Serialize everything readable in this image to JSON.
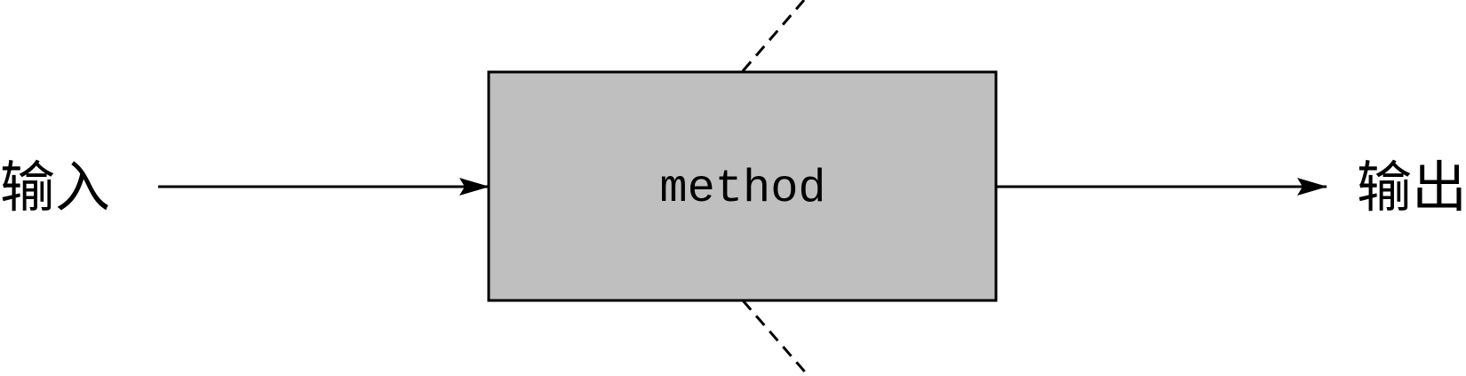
{
  "diagram": {
    "input_label": "输入",
    "output_label": "输出",
    "method_label": "method"
  },
  "colors": {
    "box_fill": "#bfbfbf",
    "stroke": "#000000",
    "background": "#ffffff"
  }
}
